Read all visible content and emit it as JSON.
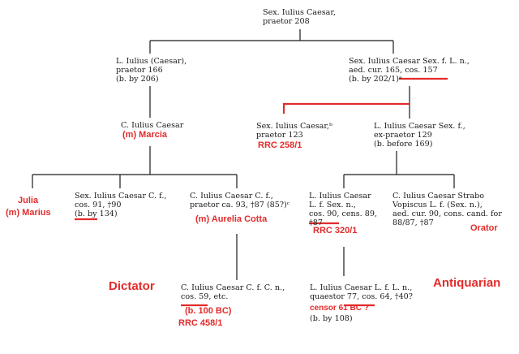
{
  "nodes": {
    "sex_praetor_208": [
      "Sex. Iulius Caesar,",
      "praetor 208"
    ],
    "l_praetor_166": [
      "L. Iulius (Caesar),",
      "praetor 166",
      "(b. by 206)"
    ],
    "sex_cos_157": [
      "Sex. Iulius Caesar Sex. f. L. n.,",
      "aed. cur. 165, cos. 157",
      "(b. by 202/1)ᵃ"
    ],
    "c_marcia": [
      "C. Iulius Caesar"
    ],
    "sex_praetor_123": [
      "Sex. Iulius Caesar,ᵇ",
      "praetor 123"
    ],
    "l_expraetor_129": [
      "L. Iulius Caesar Sex. f.,",
      "ex-praetor 129",
      "(b. before 169)"
    ],
    "sex_cos_91": [
      "Sex. Iulius Caesar C. f.,",
      "cos. 91, †90",
      "(b. by 134)"
    ],
    "c_praetor_93": [
      "C. Iulius Caesar C. f.,",
      "praetor ca. 93, †87 (85?)ᶜ"
    ],
    "l_cos_90": [
      "L. Iulius Caesar",
      "L. f. Sex. n.,",
      "cos. 90, cens. 89,",
      "†87"
    ],
    "c_strabo": [
      "C. Iulius Caesar Strabo",
      "Vopiscus L. f. (Sex. n.),",
      "aed. cur. 90, cons. cand. for",
      "88/87, †87"
    ],
    "c_dictator": [
      "C. Iulius Caesar C. f. C. n.,",
      "cos. 59, etc."
    ],
    "l_quaestor_77": [
      "L. Iulius Caesar L. f. L. n.,",
      "quaestor 77, cos. 64, †40?"
    ],
    "l_b108": [
      "(b. by 108)"
    ]
  },
  "annotations": {
    "marcia": "(m) Marcia",
    "rrc_258": "RRC 258/1",
    "julia": "Julia",
    "m_marius": "(m) Marius",
    "aurelia": "(m) Aurelia Cotta",
    "rrc_320": "RRC 320/1",
    "orator": "Orator",
    "dictator": "Dictator",
    "b100": "(b. 100 BC)",
    "rrc_458": "RRC 458/1",
    "antiquarian": "Antiquarian",
    "censor": "censor 61 BC ?"
  },
  "colors": {
    "line": "#1a1a1a",
    "annotation": "#e32b2b"
  }
}
